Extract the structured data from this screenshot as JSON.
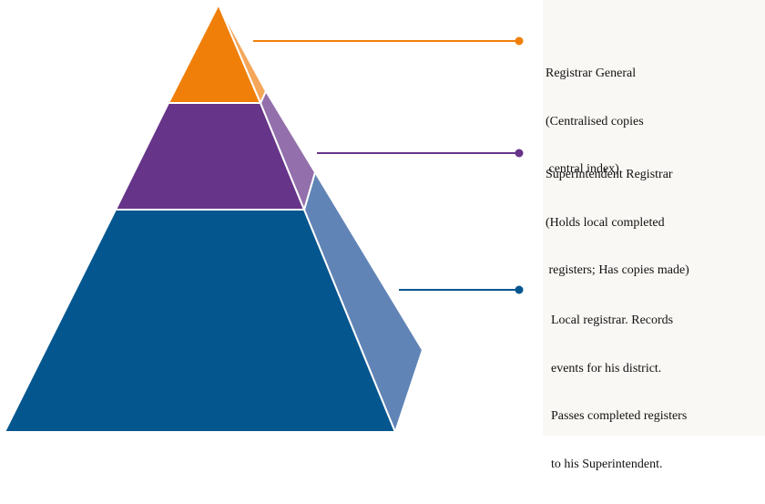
{
  "levels": [
    {
      "id": "registrar-general",
      "lines": [
        "Registrar General",
        "(Centralised copies",
        " central index)"
      ],
      "front_color": "#f07f09",
      "side_color": "#f4a75a"
    },
    {
      "id": "superintendent-registrar",
      "lines": [
        "Superintendent Registrar",
        "(Holds local completed",
        " registers; Has copies made)"
      ],
      "front_color": "#663489",
      "side_color": "#9370ac"
    },
    {
      "id": "local-registrar",
      "lines": [
        "Local registrar. Records",
        "events for his district.",
        "Passes completed registers",
        "to his Superintendent."
      ],
      "front_color": "#04568f",
      "side_color": "#6184b6"
    }
  ]
}
